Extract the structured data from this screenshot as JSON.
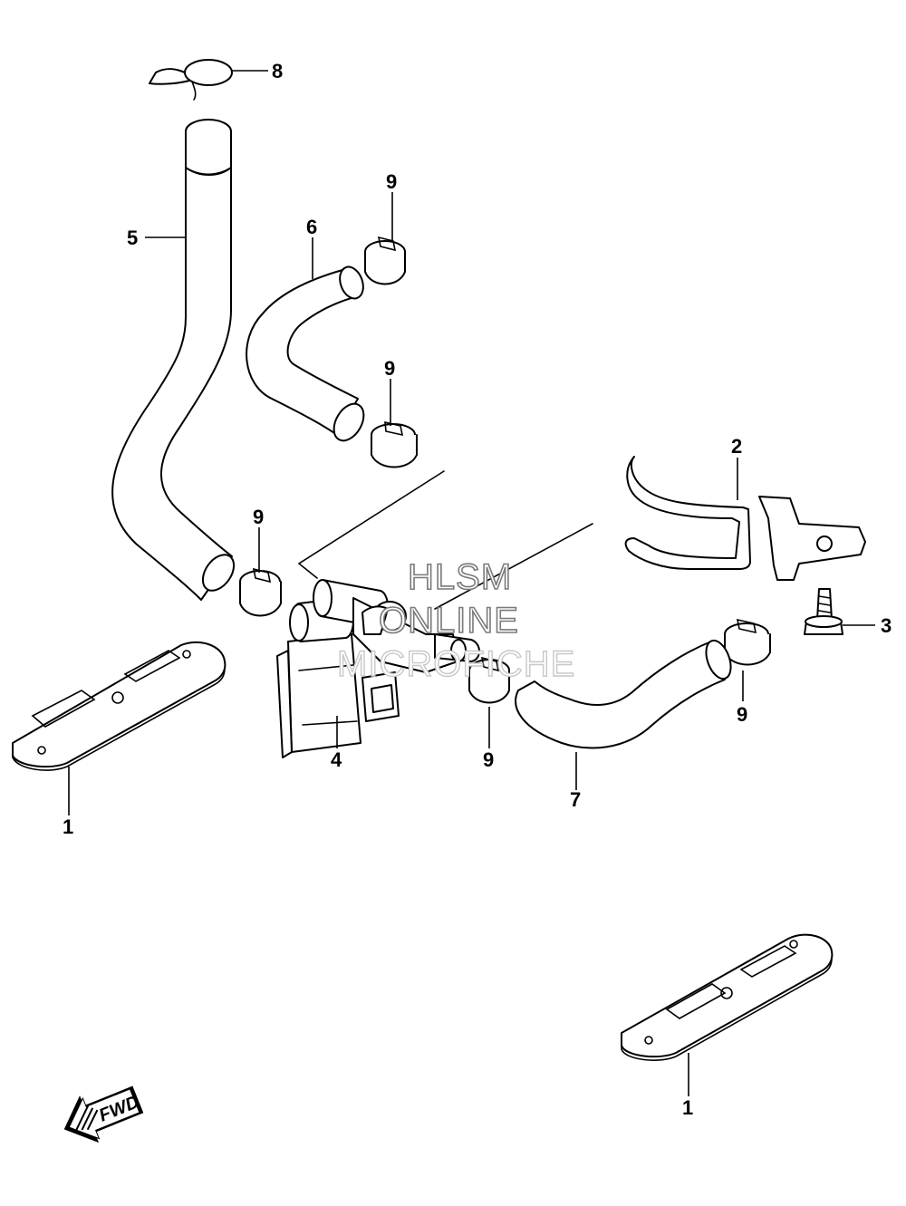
{
  "callouts": {
    "c1a": "1",
    "c1b": "1",
    "c2": "2",
    "c3": "3",
    "c4": "4",
    "c5": "5",
    "c6": "6",
    "c7": "7",
    "c8": "8",
    "c9a": "9",
    "c9b": "9",
    "c9c": "9",
    "c9d": "9",
    "c9e": "9"
  },
  "watermark": {
    "line1": "HLSM",
    "line2": "ONLINE",
    "line3": "MICROFICHE"
  },
  "direction_arrow": {
    "label": "FWD"
  }
}
